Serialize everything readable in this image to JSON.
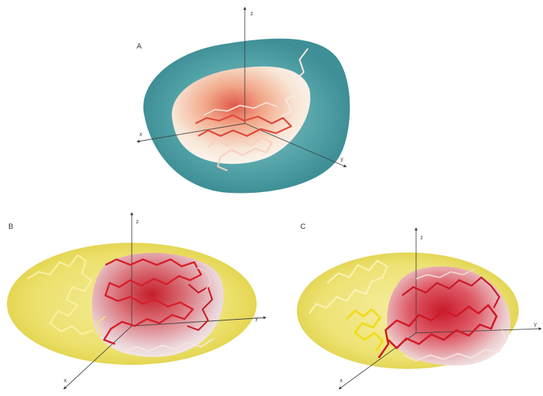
{
  "panels": [
    {
      "label": "A",
      "axes": {
        "x": "x",
        "y": "y",
        "z": "z"
      },
      "colors": {
        "outer": "#4ea0a6",
        "inner": "#f4c9a8",
        "core": "#d9463a"
      }
    },
    {
      "label": "B",
      "axes": {
        "x": "x",
        "y": "y",
        "z": "z"
      },
      "colors": {
        "outer": "#e9dc6a",
        "inner": "#e8b6b6",
        "core": "#c0202a"
      }
    },
    {
      "label": "C",
      "axes": {
        "x": "x",
        "y": "y",
        "z": "z"
      },
      "colors": {
        "outer": "#eadf72",
        "inner": "#e99a9f",
        "core": "#c01a2a"
      }
    }
  ]
}
